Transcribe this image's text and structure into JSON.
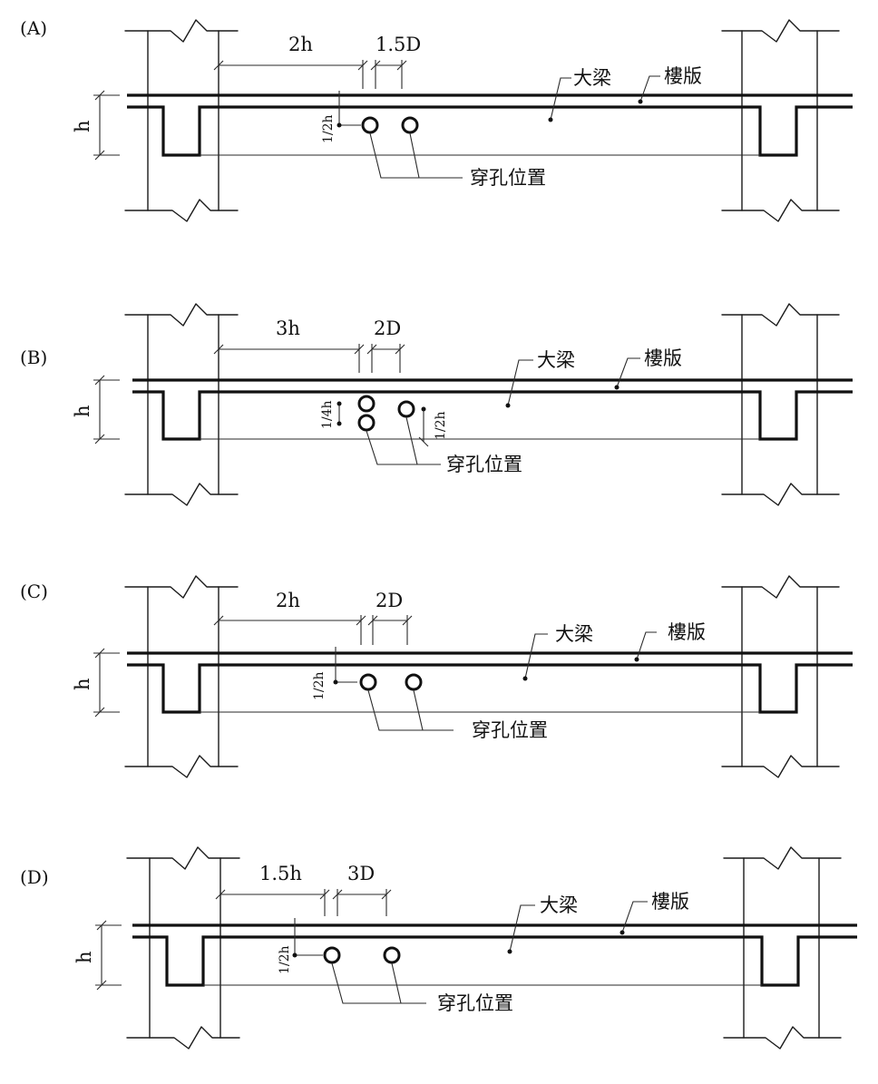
{
  "panels": [
    {
      "id": "A",
      "label": "(A)",
      "h_label": "h",
      "dist_label": "2h",
      "spacing_label": "1.5D",
      "depth_label": "1/2h",
      "beam_label": "大梁",
      "slab_label": "樓版",
      "hole_label": "穿孔位置"
    },
    {
      "id": "B",
      "label": "(B)",
      "h_label": "h",
      "dist_label": "3h",
      "spacing_label": "2D",
      "depth_label": "1/4h",
      "depth2_label": "1/2h",
      "beam_label": "大梁",
      "slab_label": "樓版",
      "hole_label": "穿孔位置"
    },
    {
      "id": "C",
      "label": "(C)",
      "h_label": "h",
      "dist_label": "2h",
      "spacing_label": "2D",
      "depth_label": "1/2h",
      "beam_label": "大梁",
      "slab_label": "樓版",
      "hole_label": "穿孔位置"
    },
    {
      "id": "D",
      "label": "(D)",
      "h_label": "h",
      "dist_label": "1.5h",
      "spacing_label": "3D",
      "depth_label": "1/2h",
      "beam_label": "大梁",
      "slab_label": "樓版",
      "hole_label": "穿孔位置"
    }
  ],
  "colors": {
    "ink": "#111111",
    "paper": "#ffffff"
  }
}
